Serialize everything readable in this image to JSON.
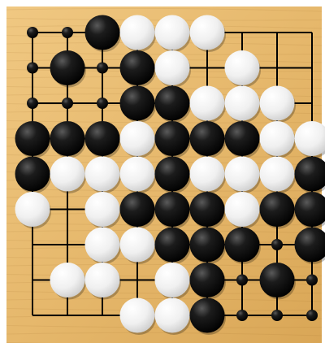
{
  "board": {
    "columns": 9,
    "rows": 9,
    "board_color": "#e6b86c",
    "board_color_light": "#f0c882",
    "board_color_dark": "#d9a656",
    "line_color": "#000000",
    "black_stone_color": "#111111",
    "white_stone_color": "#f2f2f2"
  },
  "stones": [
    {
      "col": 2,
      "row": 0,
      "color": "black",
      "size": "large"
    },
    {
      "col": 3,
      "row": 0,
      "color": "white",
      "size": "large"
    },
    {
      "col": 4,
      "row": 0,
      "color": "white",
      "size": "large"
    },
    {
      "col": 5,
      "row": 0,
      "color": "white",
      "size": "large"
    },
    {
      "col": 1,
      "row": 1,
      "color": "black",
      "size": "large"
    },
    {
      "col": 3,
      "row": 1,
      "color": "black",
      "size": "large"
    },
    {
      "col": 4,
      "row": 1,
      "color": "white",
      "size": "large"
    },
    {
      "col": 6,
      "row": 1,
      "color": "white",
      "size": "large"
    },
    {
      "col": 3,
      "row": 2,
      "color": "black",
      "size": "large"
    },
    {
      "col": 4,
      "row": 2,
      "color": "black",
      "size": "large"
    },
    {
      "col": 5,
      "row": 2,
      "color": "white",
      "size": "large"
    },
    {
      "col": 6,
      "row": 2,
      "color": "white",
      "size": "large"
    },
    {
      "col": 7,
      "row": 2,
      "color": "white",
      "size": "large"
    },
    {
      "col": 0,
      "row": 3,
      "color": "black",
      "size": "large"
    },
    {
      "col": 1,
      "row": 3,
      "color": "black",
      "size": "large"
    },
    {
      "col": 2,
      "row": 3,
      "color": "black",
      "size": "large"
    },
    {
      "col": 3,
      "row": 3,
      "color": "white",
      "size": "large"
    },
    {
      "col": 4,
      "row": 3,
      "color": "black",
      "size": "large"
    },
    {
      "col": 5,
      "row": 3,
      "color": "black",
      "size": "large"
    },
    {
      "col": 6,
      "row": 3,
      "color": "black",
      "size": "large"
    },
    {
      "col": 7,
      "row": 3,
      "color": "white",
      "size": "large"
    },
    {
      "col": 8,
      "row": 3,
      "color": "white",
      "size": "large"
    },
    {
      "col": 0,
      "row": 4,
      "color": "black",
      "size": "large"
    },
    {
      "col": 1,
      "row": 4,
      "color": "white",
      "size": "large"
    },
    {
      "col": 2,
      "row": 4,
      "color": "white",
      "size": "large"
    },
    {
      "col": 3,
      "row": 4,
      "color": "white",
      "size": "large"
    },
    {
      "col": 4,
      "row": 4,
      "color": "black",
      "size": "large"
    },
    {
      "col": 5,
      "row": 4,
      "color": "white",
      "size": "large"
    },
    {
      "col": 6,
      "row": 4,
      "color": "white",
      "size": "large"
    },
    {
      "col": 7,
      "row": 4,
      "color": "white",
      "size": "large"
    },
    {
      "col": 8,
      "row": 4,
      "color": "black",
      "size": "large"
    },
    {
      "col": 0,
      "row": 5,
      "color": "white",
      "size": "large"
    },
    {
      "col": 2,
      "row": 5,
      "color": "white",
      "size": "large"
    },
    {
      "col": 3,
      "row": 5,
      "color": "black",
      "size": "large"
    },
    {
      "col": 4,
      "row": 5,
      "color": "black",
      "size": "large"
    },
    {
      "col": 5,
      "row": 5,
      "color": "black",
      "size": "large"
    },
    {
      "col": 6,
      "row": 5,
      "color": "white",
      "size": "large"
    },
    {
      "col": 7,
      "row": 5,
      "color": "black",
      "size": "large"
    },
    {
      "col": 8,
      "row": 5,
      "color": "black",
      "size": "large"
    },
    {
      "col": 2,
      "row": 6,
      "color": "white",
      "size": "large"
    },
    {
      "col": 3,
      "row": 6,
      "color": "white",
      "size": "large"
    },
    {
      "col": 4,
      "row": 6,
      "color": "black",
      "size": "large"
    },
    {
      "col": 5,
      "row": 6,
      "color": "black",
      "size": "large"
    },
    {
      "col": 6,
      "row": 6,
      "color": "black",
      "size": "large"
    },
    {
      "col": 8,
      "row": 6,
      "color": "black",
      "size": "large"
    },
    {
      "col": 1,
      "row": 7,
      "color": "white",
      "size": "large"
    },
    {
      "col": 2,
      "row": 7,
      "color": "white",
      "size": "large"
    },
    {
      "col": 4,
      "row": 7,
      "color": "white",
      "size": "large"
    },
    {
      "col": 5,
      "row": 7,
      "color": "black",
      "size": "large"
    },
    {
      "col": 7,
      "row": 7,
      "color": "black",
      "size": "large"
    },
    {
      "col": 3,
      "row": 8,
      "color": "white",
      "size": "large"
    },
    {
      "col": 4,
      "row": 8,
      "color": "white",
      "size": "large"
    },
    {
      "col": 5,
      "row": 8,
      "color": "black",
      "size": "large"
    },
    {
      "col": 0,
      "row": 0,
      "color": "black",
      "size": "small"
    },
    {
      "col": 1,
      "row": 0,
      "color": "black",
      "size": "small"
    },
    {
      "col": 0,
      "row": 1,
      "color": "black",
      "size": "small"
    },
    {
      "col": 2,
      "row": 1,
      "color": "black",
      "size": "small"
    },
    {
      "col": 0,
      "row": 2,
      "color": "black",
      "size": "small"
    },
    {
      "col": 1,
      "row": 2,
      "color": "black",
      "size": "small"
    },
    {
      "col": 2,
      "row": 2,
      "color": "black",
      "size": "small"
    },
    {
      "col": 7,
      "row": 6,
      "color": "black",
      "size": "small"
    },
    {
      "col": 6,
      "row": 7,
      "color": "black",
      "size": "small"
    },
    {
      "col": 8,
      "row": 7,
      "color": "black",
      "size": "small"
    },
    {
      "col": 6,
      "row": 8,
      "color": "black",
      "size": "small"
    },
    {
      "col": 7,
      "row": 8,
      "color": "black",
      "size": "small"
    },
    {
      "col": 8,
      "row": 8,
      "color": "black",
      "size": "small"
    }
  ]
}
